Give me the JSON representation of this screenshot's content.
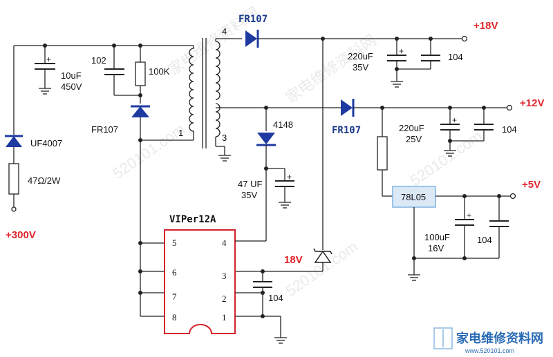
{
  "watermarks": [
    "家电维修资料网",
    "520101.com"
  ],
  "logo": {
    "cn": "家电维修资料网",
    "url": "www.520101.com"
  },
  "rails": {
    "v18": "+18V",
    "v12": "+12V",
    "v5": "+5V",
    "input": "+300V",
    "zener_label": "18V"
  },
  "ic": {
    "name": "VIPer12A",
    "pins": [
      "5",
      "4",
      "6",
      "3",
      "7",
      "2",
      "8",
      "1"
    ]
  },
  "regulator": {
    "name": "78L05"
  },
  "transformer": {
    "pins": [
      "4",
      "1",
      "3"
    ]
  },
  "diodes": {
    "d_top": "FR107",
    "d_mid": "FR107",
    "d_snub": "FR107",
    "d_input": "UF4007",
    "d_aux": "4148"
  },
  "components": {
    "c_in": "10uF\n450V",
    "r_in": "47Ω/2W",
    "c_snub": "102",
    "r_snub": "100K",
    "c18": "220uF\n35V",
    "c18b": "104",
    "c12": "220uF\n25V",
    "c12b": "104",
    "c5": "100uF\n16V",
    "c5b": "104",
    "c_aux": "47 UF\n35V",
    "c_ic": "104"
  }
}
